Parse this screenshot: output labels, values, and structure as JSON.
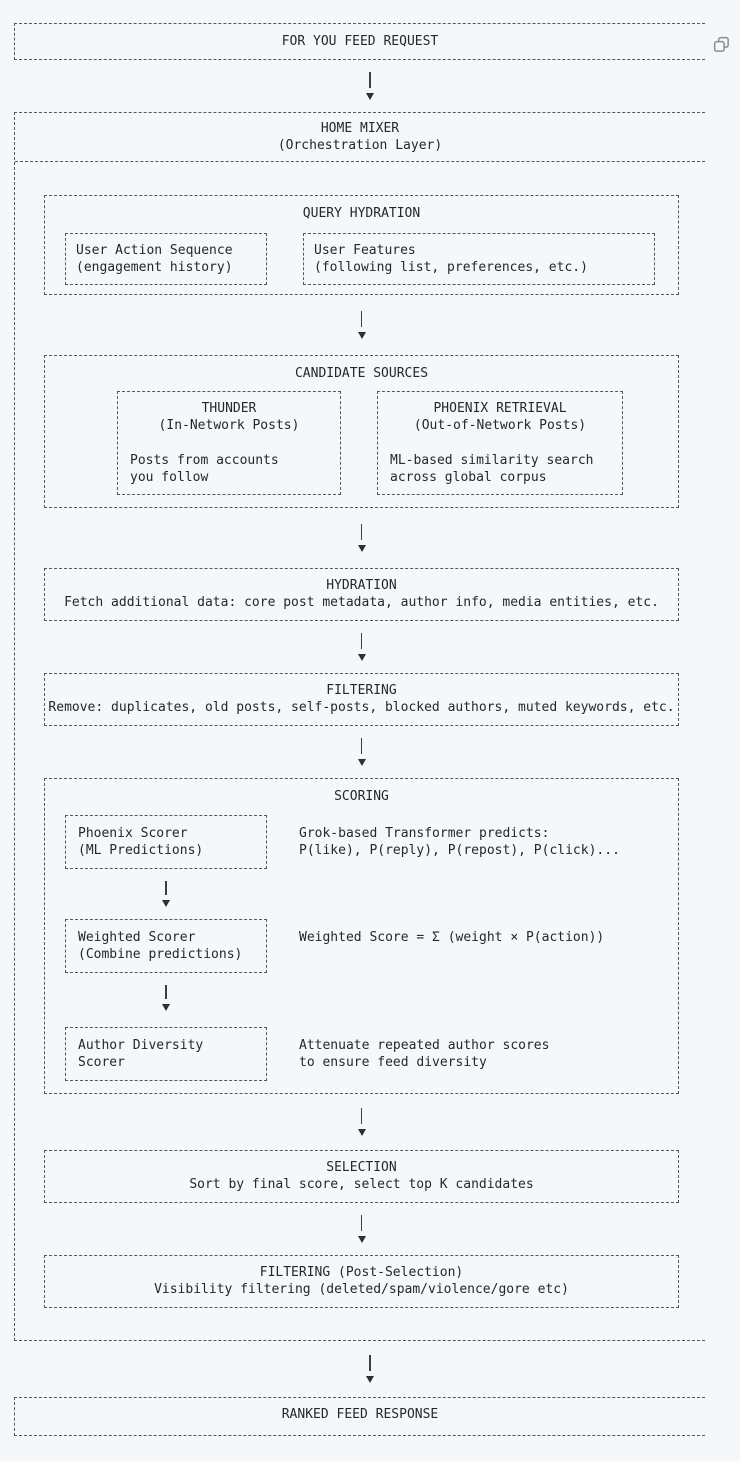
{
  "colors": {
    "background": "#f6f7f8",
    "line": "#54585e",
    "text": "#24272b"
  },
  "icons": {
    "copy_button": "copy-icon"
  },
  "flow": {
    "request": {
      "title": "FOR YOU FEED REQUEST"
    },
    "home_mixer": {
      "title": "HOME MIXER",
      "subtitle": "(Orchestration Layer)"
    },
    "query_hydration": {
      "title": "QUERY HYDRATION",
      "inputs": [
        {
          "lines": [
            "User Action Sequence",
            "(engagement history)"
          ]
        },
        {
          "lines": [
            "User Features",
            "(following list, preferences, etc.)"
          ]
        }
      ]
    },
    "candidate_sources": {
      "title": "CANDIDATE SOURCES",
      "sources": [
        {
          "name": "THUNDER",
          "type": "(In-Network Posts)",
          "description": [
            "Posts from accounts",
            "you follow"
          ]
        },
        {
          "name": "PHOENIX RETRIEVAL",
          "type": "(Out-of-Network Posts)",
          "description": [
            "ML-based similarity search",
            "across global corpus"
          ]
        }
      ]
    },
    "hydration": {
      "title": "HYDRATION",
      "body": "Fetch additional data: core post metadata, author info, media entities, etc."
    },
    "filtering": {
      "title": "FILTERING",
      "body": "Remove: duplicates, old posts, self-posts, blocked authors, muted keywords, etc."
    },
    "scoring": {
      "title": "SCORING",
      "steps": [
        {
          "box": [
            "Phoenix Scorer",
            "(ML Predictions)"
          ],
          "note": [
            "Grok-based Transformer predicts:",
            "P(like), P(reply), P(repost), P(click)..."
          ]
        },
        {
          "box": [
            "Weighted Scorer",
            "(Combine predictions)"
          ],
          "note": [
            "Weighted Score = Σ (weight × P(action))"
          ]
        },
        {
          "box": [
            "Author Diversity",
            "Scorer"
          ],
          "note": [
            "Attenuate repeated author scores",
            "to ensure feed diversity"
          ]
        }
      ]
    },
    "selection": {
      "title": "SELECTION",
      "body": "Sort by final score, select top K candidates"
    },
    "post_selection_filtering": {
      "title": "FILTERING (Post-Selection)",
      "body": "Visibility filtering (deleted/spam/violence/gore etc)"
    },
    "response": {
      "title": "RANKED FEED RESPONSE"
    }
  }
}
